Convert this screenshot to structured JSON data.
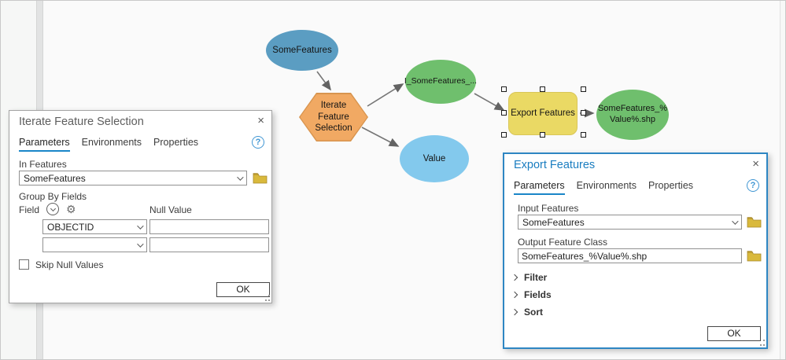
{
  "colors": {
    "accent_blue": "#1a86c8",
    "node_input_blue": "#5b9dc2",
    "node_value_blue": "#83c9ed",
    "node_output_green": "#6fbf6d",
    "node_iterator_orange": "#f1a963",
    "node_tool_yellow": "#ead964"
  },
  "diagram": {
    "nodes": {
      "some_features": {
        "label": "SomeFeatures"
      },
      "iterator": {
        "label": "Iterate Feature Selection"
      },
      "i_some_features": {
        "label": "I_SomeFeatures_..."
      },
      "value": {
        "label": "Value"
      },
      "export_tool": {
        "label": "Export Features"
      },
      "output": {
        "lines": [
          "SomeFeatures_%",
          "Value%.shp"
        ]
      }
    }
  },
  "iterate_dialog": {
    "title": "Iterate Feature Selection",
    "close": "×",
    "help": "?",
    "tabs": [
      "Parameters",
      "Environments",
      "Properties"
    ],
    "in_features": {
      "label": "In Features",
      "value": "SomeFeatures"
    },
    "group_by": {
      "label": "Group By Fields",
      "field_label": "Field",
      "null_value_label": "Null Value",
      "rows": [
        {
          "field": "OBJECTID",
          "null_value": ""
        },
        {
          "field": "",
          "null_value": ""
        }
      ]
    },
    "skip_null_label": "Skip Null Values",
    "ok_label": "OK"
  },
  "export_dialog": {
    "title": "Export Features",
    "close": "×",
    "help": "?",
    "tabs": [
      "Parameters",
      "Environments",
      "Properties"
    ],
    "input_features": {
      "label": "Input Features",
      "value": "SomeFeatures"
    },
    "output_feature_class": {
      "label": "Output Feature Class",
      "value": "SomeFeatures_%Value%.shp"
    },
    "sections": [
      {
        "label": "Filter"
      },
      {
        "label": "Fields"
      },
      {
        "label": "Sort"
      }
    ],
    "ok_label": "OK"
  }
}
